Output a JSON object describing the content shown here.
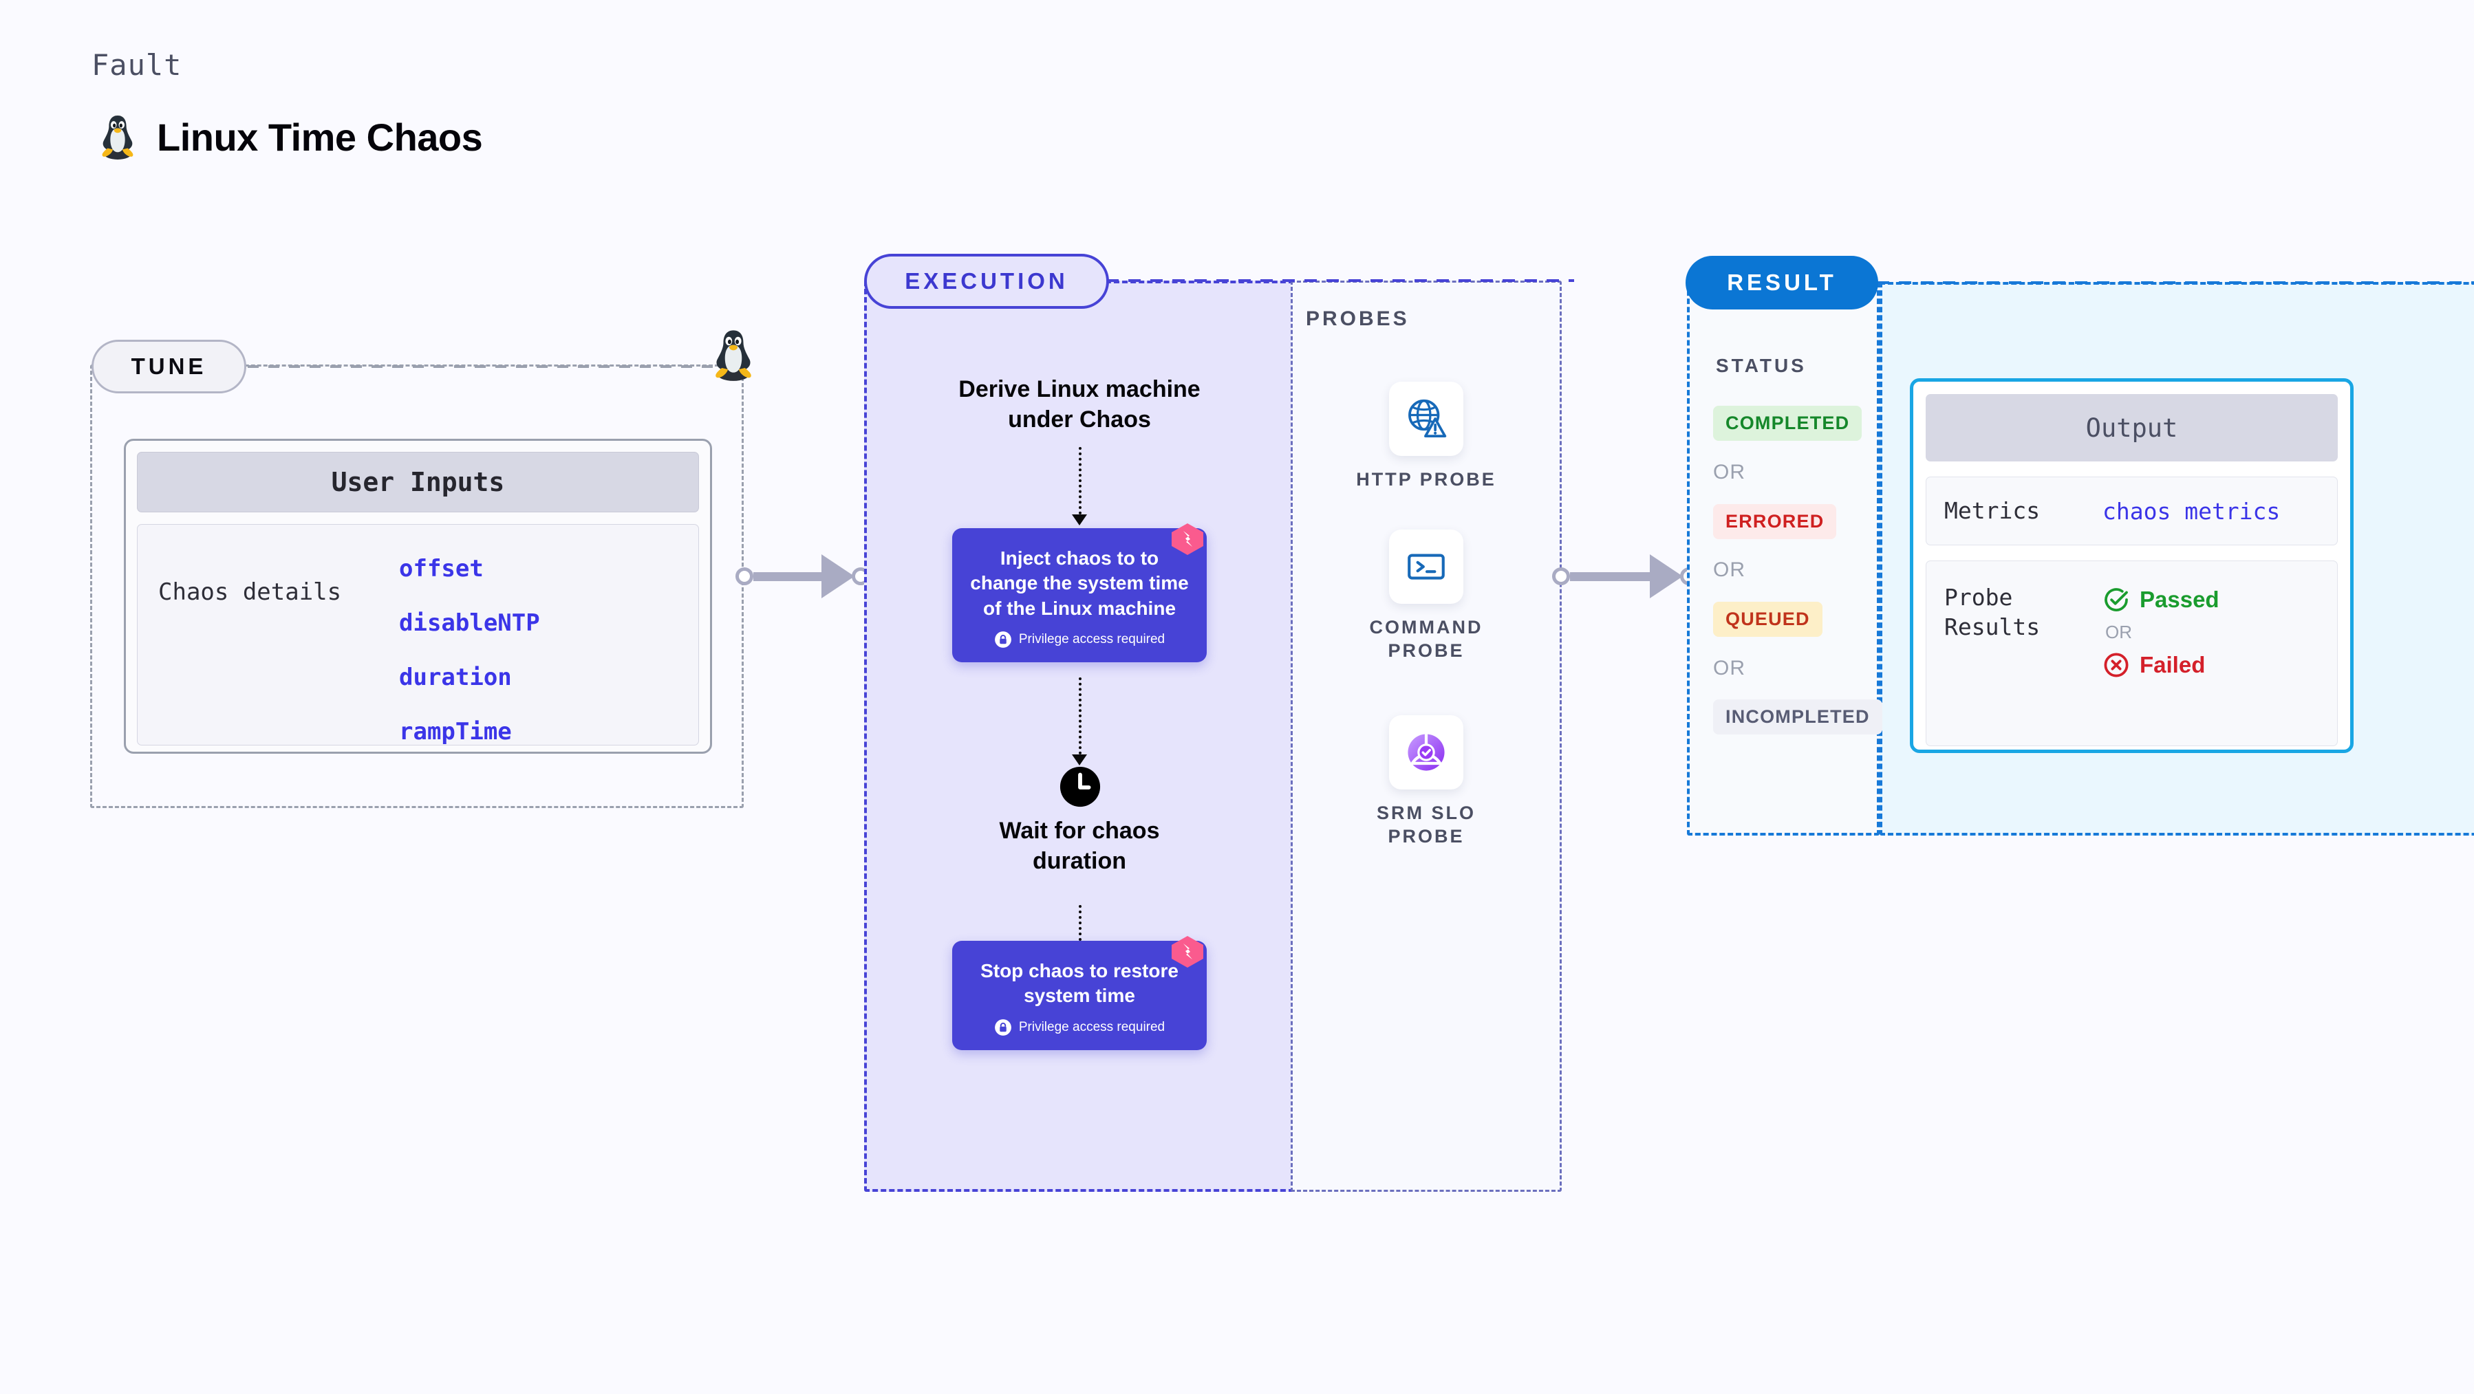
{
  "header": {
    "kicker": "Fault",
    "title": "Linux Time Chaos",
    "icon": "linux-penguin-icon"
  },
  "tune": {
    "badge": "TUNE",
    "card_title": "User Inputs",
    "detail_key": "Chaos details",
    "detail_values": [
      "offset",
      "disableNTP",
      "duration",
      "rampTime"
    ]
  },
  "execution": {
    "badge": "EXECUTION",
    "step1_title": "Derive Linux machine\nunder Chaos",
    "inject_card": {
      "text": "Inject chaos to to change the system time of the Linux machine",
      "privilege_note": "Privilege access required"
    },
    "wait_title": "Wait for chaos\nduration",
    "wait_icon": "clock-icon",
    "stop_card": {
      "text": "Stop chaos to restore system time",
      "privilege_note": "Privilege access required"
    }
  },
  "probes": {
    "label": "PROBES",
    "items": [
      {
        "caption": "HTTP PROBE",
        "icon": "globe-warning-icon"
      },
      {
        "caption": "COMMAND\nPROBE",
        "icon": "terminal-prompt-icon"
      },
      {
        "caption": "SRM SLO\nPROBE",
        "icon": "slo-donut-check-icon"
      }
    ]
  },
  "result": {
    "badge": "RESULT",
    "status_label": "STATUS",
    "or": "OR",
    "statuses": [
      {
        "label": "COMPLETED",
        "bg": "#ddf3dc",
        "fg": "#15872a"
      },
      {
        "label": "ERRORED",
        "bg": "#fdeaea",
        "fg": "#cf2020"
      },
      {
        "label": "QUEUED",
        "bg": "#fdefc8",
        "fg": "#c0331b"
      },
      {
        "label": "INCOMPLETED",
        "bg": "#eff0f6",
        "fg": "#585c74"
      }
    ]
  },
  "output": {
    "title": "Output",
    "metrics_key": "Metrics",
    "metrics_value": "chaos metrics",
    "probe_key": "Probe\nResults",
    "passed": "Passed",
    "failed": "Failed",
    "or": "OR"
  },
  "colors": {
    "page_bg": "#fafaff",
    "execution_accent": "#4743d6",
    "execution_bg": "#e6e4fc",
    "result_accent": "#1779d8",
    "output_bg": "#eaf7fe",
    "link": "#3b35e8",
    "connector": "#a9abc3"
  }
}
